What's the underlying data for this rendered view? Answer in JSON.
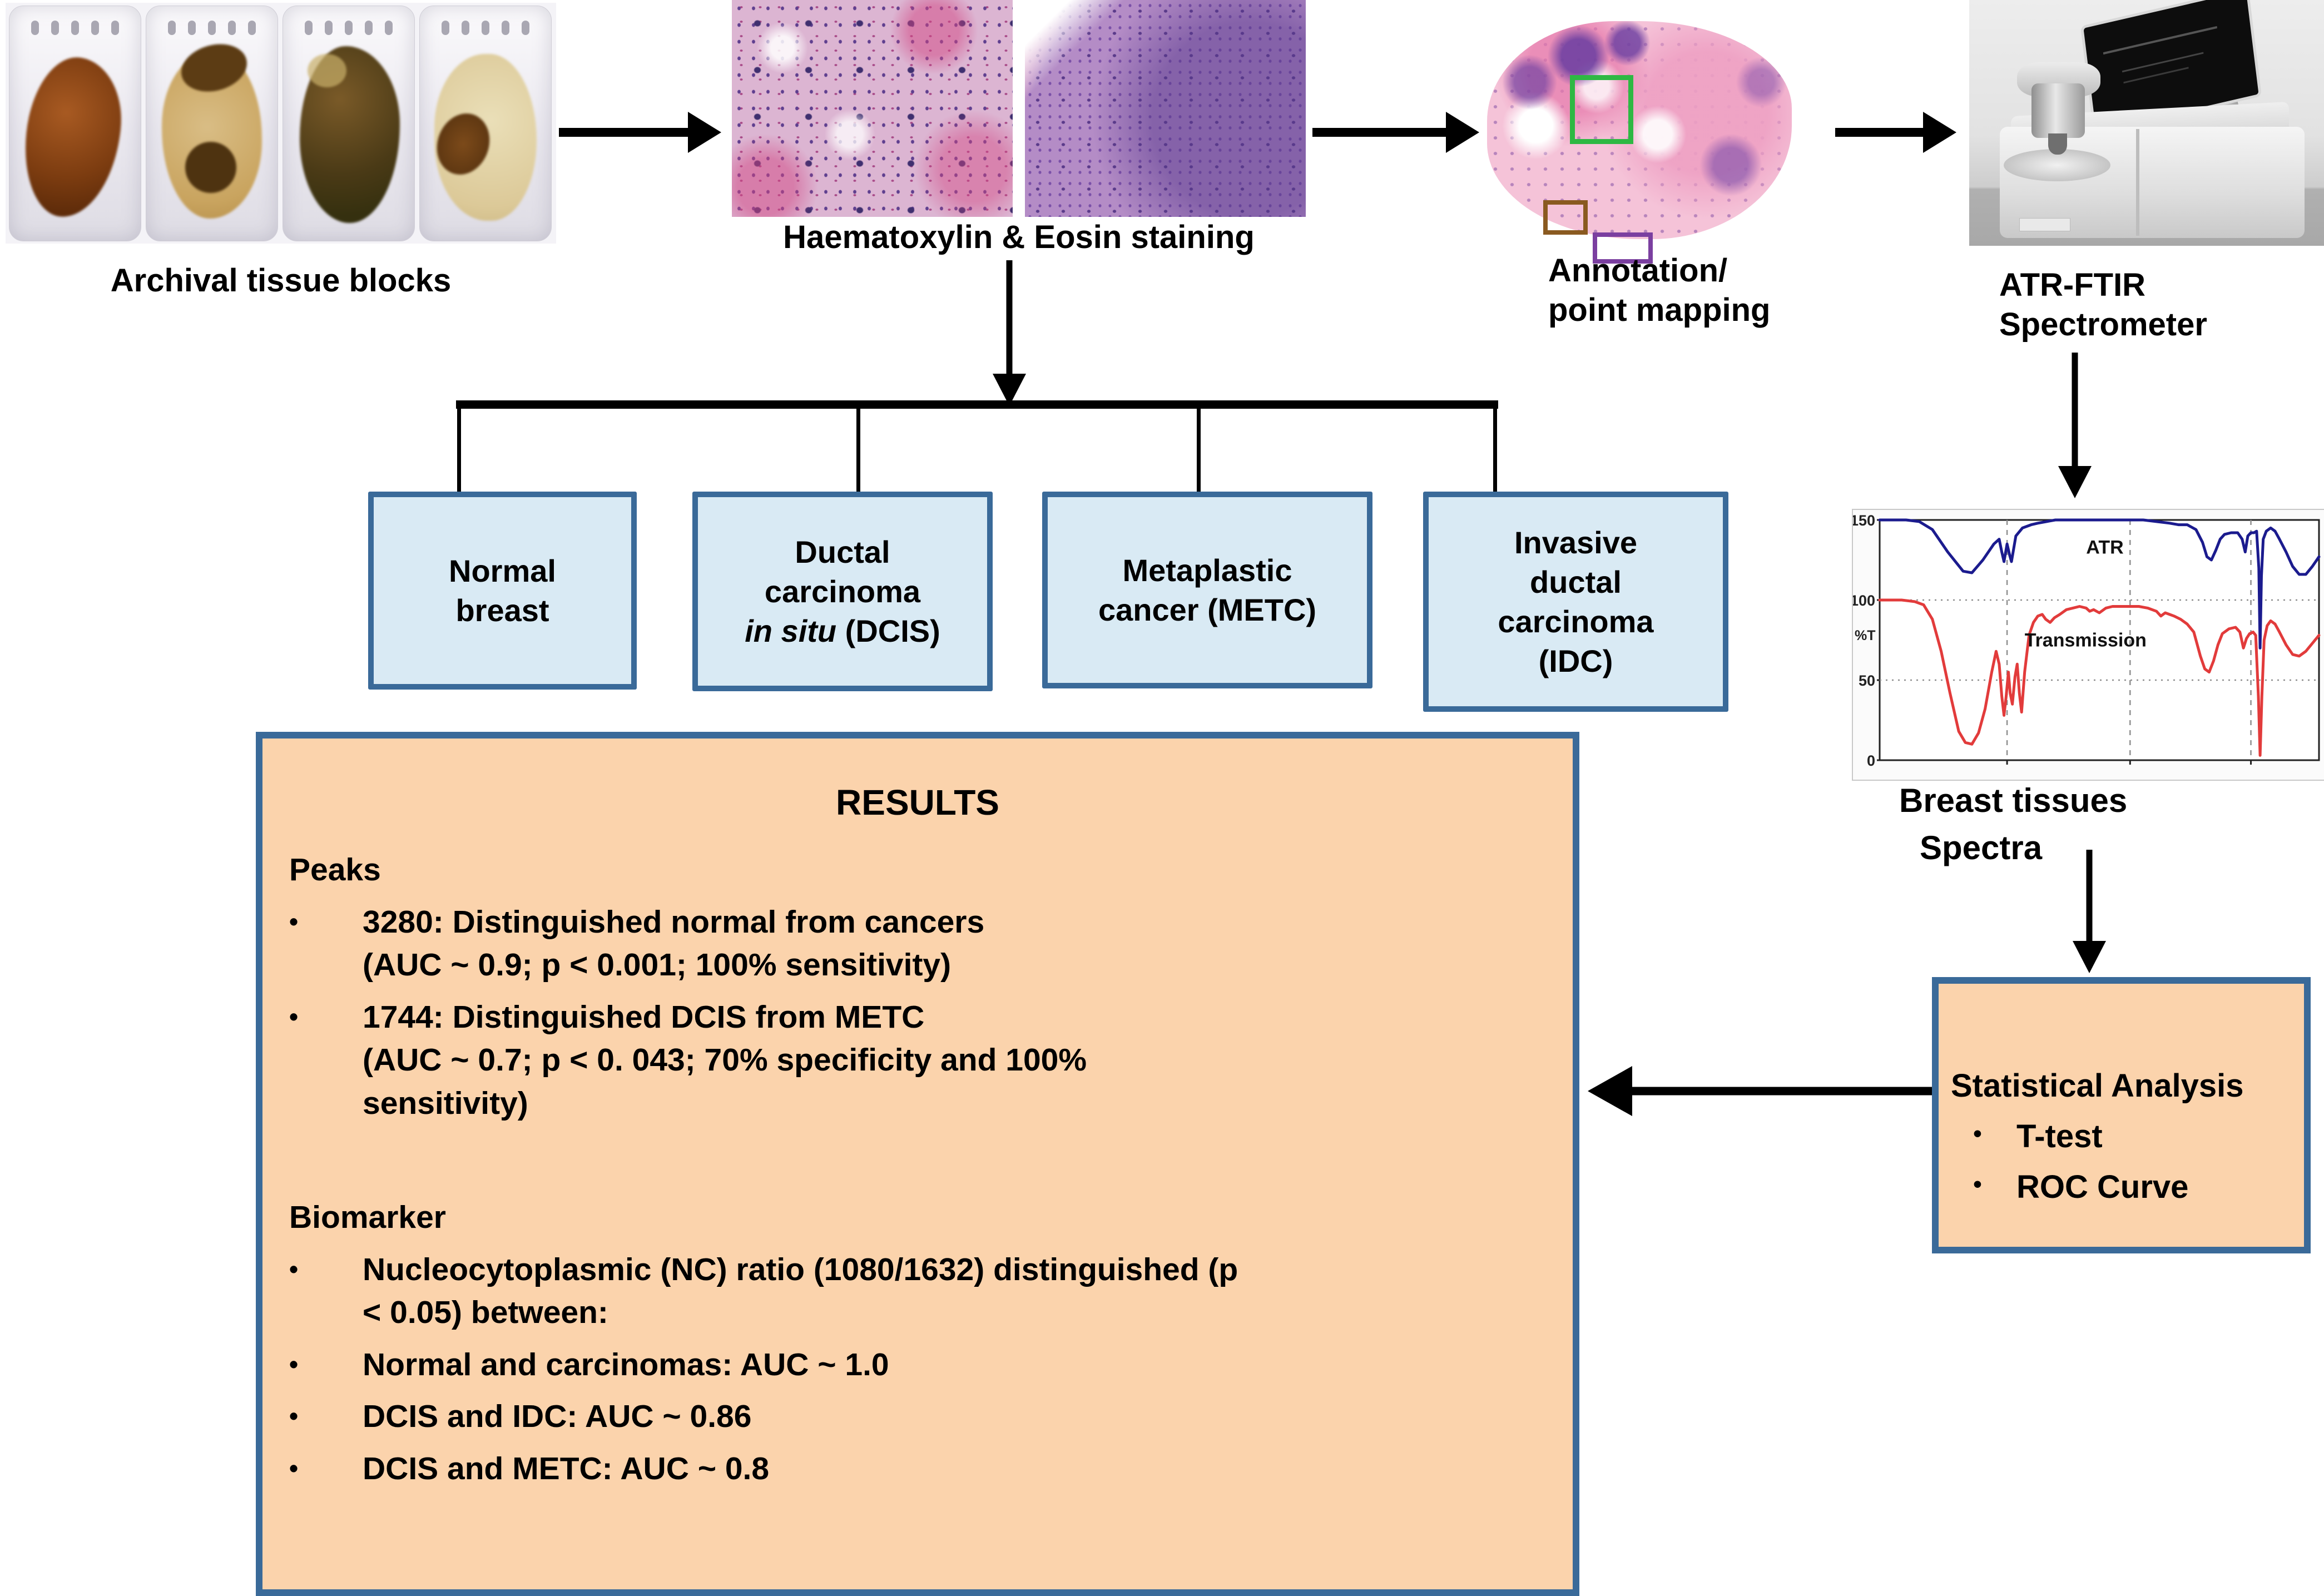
{
  "figure": {
    "steps": {
      "archival": {
        "label": "Archival tissue blocks"
      },
      "he": {
        "label": "Haematoxylin & Eosin staining"
      },
      "annotation": {
        "label_line1": "Annotation/",
        "label_line2": "point mapping"
      },
      "spectrometer": {
        "label_line1": "ATR-FTIR",
        "label_line2": "Spectrometer"
      },
      "spectra": {
        "caption_line1": "Breast tissues",
        "caption_line2": "Spectra"
      }
    },
    "category_boxes": [
      {
        "lines": [
          [
            {
              "t": "Normal"
            }
          ],
          [
            {
              "t": "breast"
            }
          ]
        ]
      },
      {
        "lines": [
          [
            {
              "t": "Ductal"
            }
          ],
          [
            {
              "t": "carcinoma"
            }
          ],
          [
            {
              "t": "in situ",
              "i": true
            },
            {
              "t": " (DCIS)"
            }
          ]
        ]
      },
      {
        "lines": [
          [
            {
              "t": "Metaplastic"
            }
          ],
          [
            {
              "t": "cancer (METC)"
            }
          ]
        ]
      },
      {
        "lines": [
          [
            {
              "t": "Invasive"
            }
          ],
          [
            {
              "t": "ductal"
            }
          ],
          [
            {
              "t": "carcinoma"
            }
          ],
          [
            {
              "t": "(IDC)"
            }
          ]
        ]
      }
    ],
    "results": {
      "title": "RESULTS",
      "bullet_char": "•",
      "sections": [
        {
          "heading": "Peaks",
          "bullets": [
            {
              "lines": [
                "3280: Distinguished normal from cancers",
                "(AUC ~ 0.9; p < 0.001; 100% sensitivity)"
              ]
            },
            {
              "lines": [
                "1744: Distinguished DCIS from METC",
                "(AUC ~ 0.7; p < 0. 043; 70% specificity and 100%",
                "sensitivity)"
              ]
            }
          ]
        },
        {
          "heading": "Biomarker",
          "bullets": [
            {
              "lines": [
                "Nucleocytoplasmic (NC) ratio (1080/1632) distinguished (p",
                "< 0.05) between:"
              ]
            },
            {
              "lines": [
                "Normal and carcinomas: AUC ~ 1.0"
              ]
            },
            {
              "lines": [
                "DCIS and IDC: AUC ~ 0.86"
              ]
            },
            {
              "lines": [
                "DCIS and METC: AUC ~ 0.8"
              ]
            }
          ]
        }
      ]
    },
    "stat_box": {
      "title": "Statistical Analysis",
      "bullet_char": "•",
      "bullets": [
        "T-test",
        "ROC Curve"
      ]
    },
    "colors": {
      "node_border": "#3a6a99",
      "node_fill_blue": "#d9eaf4",
      "panel_fill_peach": "#fbd3ac",
      "connector": "#000000"
    }
  },
  "chart_data": {
    "type": "line",
    "title": "",
    "xlabel": "",
    "ylabel": "%T",
    "yticks": [
      150,
      100,
      50,
      0
    ],
    "ylim": [
      0,
      155
    ],
    "grid": "dashed",
    "x_gridlines": [
      0.29,
      0.57,
      0.845
    ],
    "y_gridlines": [
      100,
      50
    ],
    "legend_position": "inline-text",
    "series": [
      {
        "name": "ATR",
        "color": "#1b1b8e",
        "label_pos": {
          "x": 0.47,
          "y": 129
        },
        "points": [
          [
            0,
            150
          ],
          [
            0.06,
            150
          ],
          [
            0.09,
            149
          ],
          [
            0.12,
            144
          ],
          [
            0.155,
            130
          ],
          [
            0.19,
            118
          ],
          [
            0.21,
            117
          ],
          [
            0.235,
            125
          ],
          [
            0.26,
            135
          ],
          [
            0.272,
            138
          ],
          [
            0.278,
            130
          ],
          [
            0.283,
            124
          ],
          [
            0.29,
            135
          ],
          [
            0.296,
            128
          ],
          [
            0.3,
            124
          ],
          [
            0.31,
            140
          ],
          [
            0.325,
            145
          ],
          [
            0.345,
            147
          ],
          [
            0.36,
            148
          ],
          [
            0.38,
            149
          ],
          [
            0.4,
            150
          ],
          [
            0.44,
            150
          ],
          [
            0.5,
            150
          ],
          [
            0.55,
            150
          ],
          [
            0.6,
            150
          ],
          [
            0.63,
            149
          ],
          [
            0.66,
            148
          ],
          [
            0.68,
            147
          ],
          [
            0.7,
            147
          ],
          [
            0.72,
            144
          ],
          [
            0.735,
            136
          ],
          [
            0.745,
            127
          ],
          [
            0.755,
            125
          ],
          [
            0.765,
            131
          ],
          [
            0.775,
            138
          ],
          [
            0.785,
            141
          ],
          [
            0.8,
            142
          ],
          [
            0.815,
            142
          ],
          [
            0.825,
            138
          ],
          [
            0.832,
            130
          ],
          [
            0.838,
            140
          ],
          [
            0.845,
            142
          ],
          [
            0.852,
            142
          ],
          [
            0.858,
            143
          ],
          [
            0.863,
            120
          ],
          [
            0.866,
            70
          ],
          [
            0.869,
            115
          ],
          [
            0.873,
            138
          ],
          [
            0.88,
            143
          ],
          [
            0.89,
            145
          ],
          [
            0.9,
            143
          ],
          [
            0.91,
            138
          ],
          [
            0.925,
            130
          ],
          [
            0.94,
            121
          ],
          [
            0.955,
            116
          ],
          [
            0.97,
            116
          ],
          [
            0.985,
            121
          ],
          [
            1,
            127
          ]
        ]
      },
      {
        "name": "Transmission",
        "color": "#e23b3b",
        "label_pos": {
          "x": 0.33,
          "y": 71
        },
        "points": [
          [
            0,
            100
          ],
          [
            0.05,
            100
          ],
          [
            0.08,
            99
          ],
          [
            0.1,
            97
          ],
          [
            0.12,
            88
          ],
          [
            0.14,
            68
          ],
          [
            0.16,
            42
          ],
          [
            0.18,
            18
          ],
          [
            0.195,
            11
          ],
          [
            0.21,
            10
          ],
          [
            0.225,
            17
          ],
          [
            0.24,
            32
          ],
          [
            0.255,
            55
          ],
          [
            0.265,
            68
          ],
          [
            0.272,
            60
          ],
          [
            0.278,
            40
          ],
          [
            0.283,
            28
          ],
          [
            0.288,
            40
          ],
          [
            0.293,
            55
          ],
          [
            0.297,
            42
          ],
          [
            0.302,
            35
          ],
          [
            0.308,
            52
          ],
          [
            0.313,
            60
          ],
          [
            0.318,
            42
          ],
          [
            0.323,
            30
          ],
          [
            0.33,
            55
          ],
          [
            0.34,
            78
          ],
          [
            0.35,
            86
          ],
          [
            0.36,
            90
          ],
          [
            0.37,
            91
          ],
          [
            0.378,
            88
          ],
          [
            0.388,
            86
          ],
          [
            0.398,
            89
          ],
          [
            0.41,
            91
          ],
          [
            0.425,
            94
          ],
          [
            0.44,
            95
          ],
          [
            0.455,
            96
          ],
          [
            0.47,
            95
          ],
          [
            0.478,
            93
          ],
          [
            0.487,
            94
          ],
          [
            0.5,
            92
          ],
          [
            0.515,
            95
          ],
          [
            0.53,
            96
          ],
          [
            0.55,
            96
          ],
          [
            0.57,
            96
          ],
          [
            0.59,
            96
          ],
          [
            0.61,
            95
          ],
          [
            0.63,
            93
          ],
          [
            0.64,
            90
          ],
          [
            0.65,
            92
          ],
          [
            0.66,
            91
          ],
          [
            0.67,
            90
          ],
          [
            0.685,
            88
          ],
          [
            0.7,
            85
          ],
          [
            0.715,
            80
          ],
          [
            0.73,
            65
          ],
          [
            0.74,
            57
          ],
          [
            0.75,
            55
          ],
          [
            0.76,
            62
          ],
          [
            0.77,
            72
          ],
          [
            0.78,
            79
          ],
          [
            0.795,
            82
          ],
          [
            0.81,
            83
          ],
          [
            0.82,
            80
          ],
          [
            0.828,
            70
          ],
          [
            0.835,
            76
          ],
          [
            0.842,
            79
          ],
          [
            0.85,
            80
          ],
          [
            0.856,
            78
          ],
          [
            0.862,
            40
          ],
          [
            0.866,
            3
          ],
          [
            0.87,
            40
          ],
          [
            0.875,
            75
          ],
          [
            0.882,
            84
          ],
          [
            0.89,
            87
          ],
          [
            0.9,
            85
          ],
          [
            0.91,
            80
          ],
          [
            0.925,
            72
          ],
          [
            0.94,
            66
          ],
          [
            0.955,
            65
          ],
          [
            0.97,
            68
          ],
          [
            0.985,
            73
          ],
          [
            1,
            78
          ]
        ]
      }
    ]
  }
}
